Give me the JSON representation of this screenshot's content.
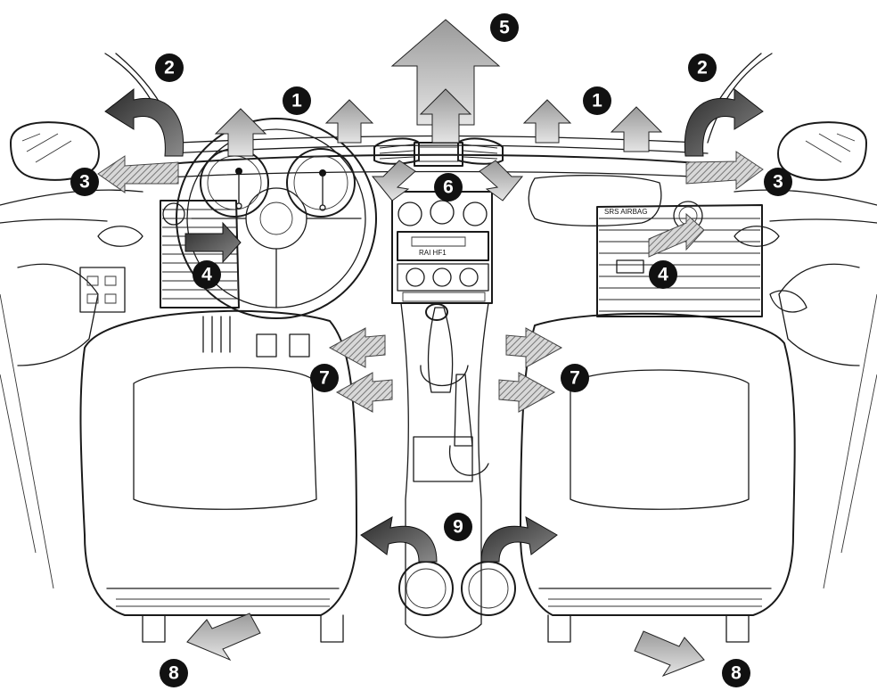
{
  "diagram": {
    "dashboard_label": "SRS AIRBAG",
    "radio_display": "RAI HF1",
    "callouts": [
      {
        "id": "1",
        "label": "1"
      },
      {
        "id": "2",
        "label": "2"
      },
      {
        "id": "3",
        "label": "3"
      },
      {
        "id": "4",
        "label": "4"
      },
      {
        "id": "5",
        "label": "5"
      },
      {
        "id": "6",
        "label": "6"
      },
      {
        "id": "7",
        "label": "7"
      },
      {
        "id": "8",
        "label": "8"
      },
      {
        "id": "9",
        "label": "9"
      }
    ]
  }
}
